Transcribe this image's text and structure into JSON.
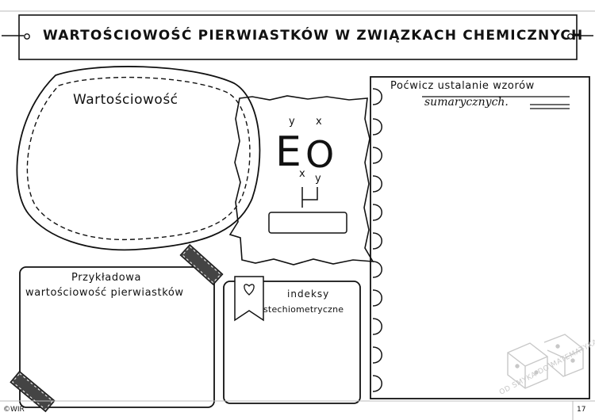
{
  "banner": {
    "title": "WARTOŚCIOWOŚĆ PIERWIASTKÓW W ZWIĄZKACH CHEMICZNYCH"
  },
  "cloud": {
    "title": "Wartościowość"
  },
  "formula": {
    "element": "E",
    "oxygen": "O",
    "sup_left": "y",
    "sup_right": "x",
    "sub_left": "x",
    "sub_right": "y"
  },
  "notebook": {
    "title": "Poćwicz ustalanie wzorów",
    "subtitle": "sumarycznych."
  },
  "example_box": {
    "line1": "Przykładowa",
    "line2": "wartościowość pierwiastków"
  },
  "indices_box": {
    "line1": "indeksy",
    "line2": "stechiometryczne"
  },
  "footer": {
    "left": "©WIR",
    "page_number": "17"
  },
  "watermark": {
    "text": "OD SMYKA DO MATEMATYKA"
  },
  "icons": [
    "heart-bookmark-icon",
    "dice-logo-icon",
    "tape-strip-icon"
  ]
}
